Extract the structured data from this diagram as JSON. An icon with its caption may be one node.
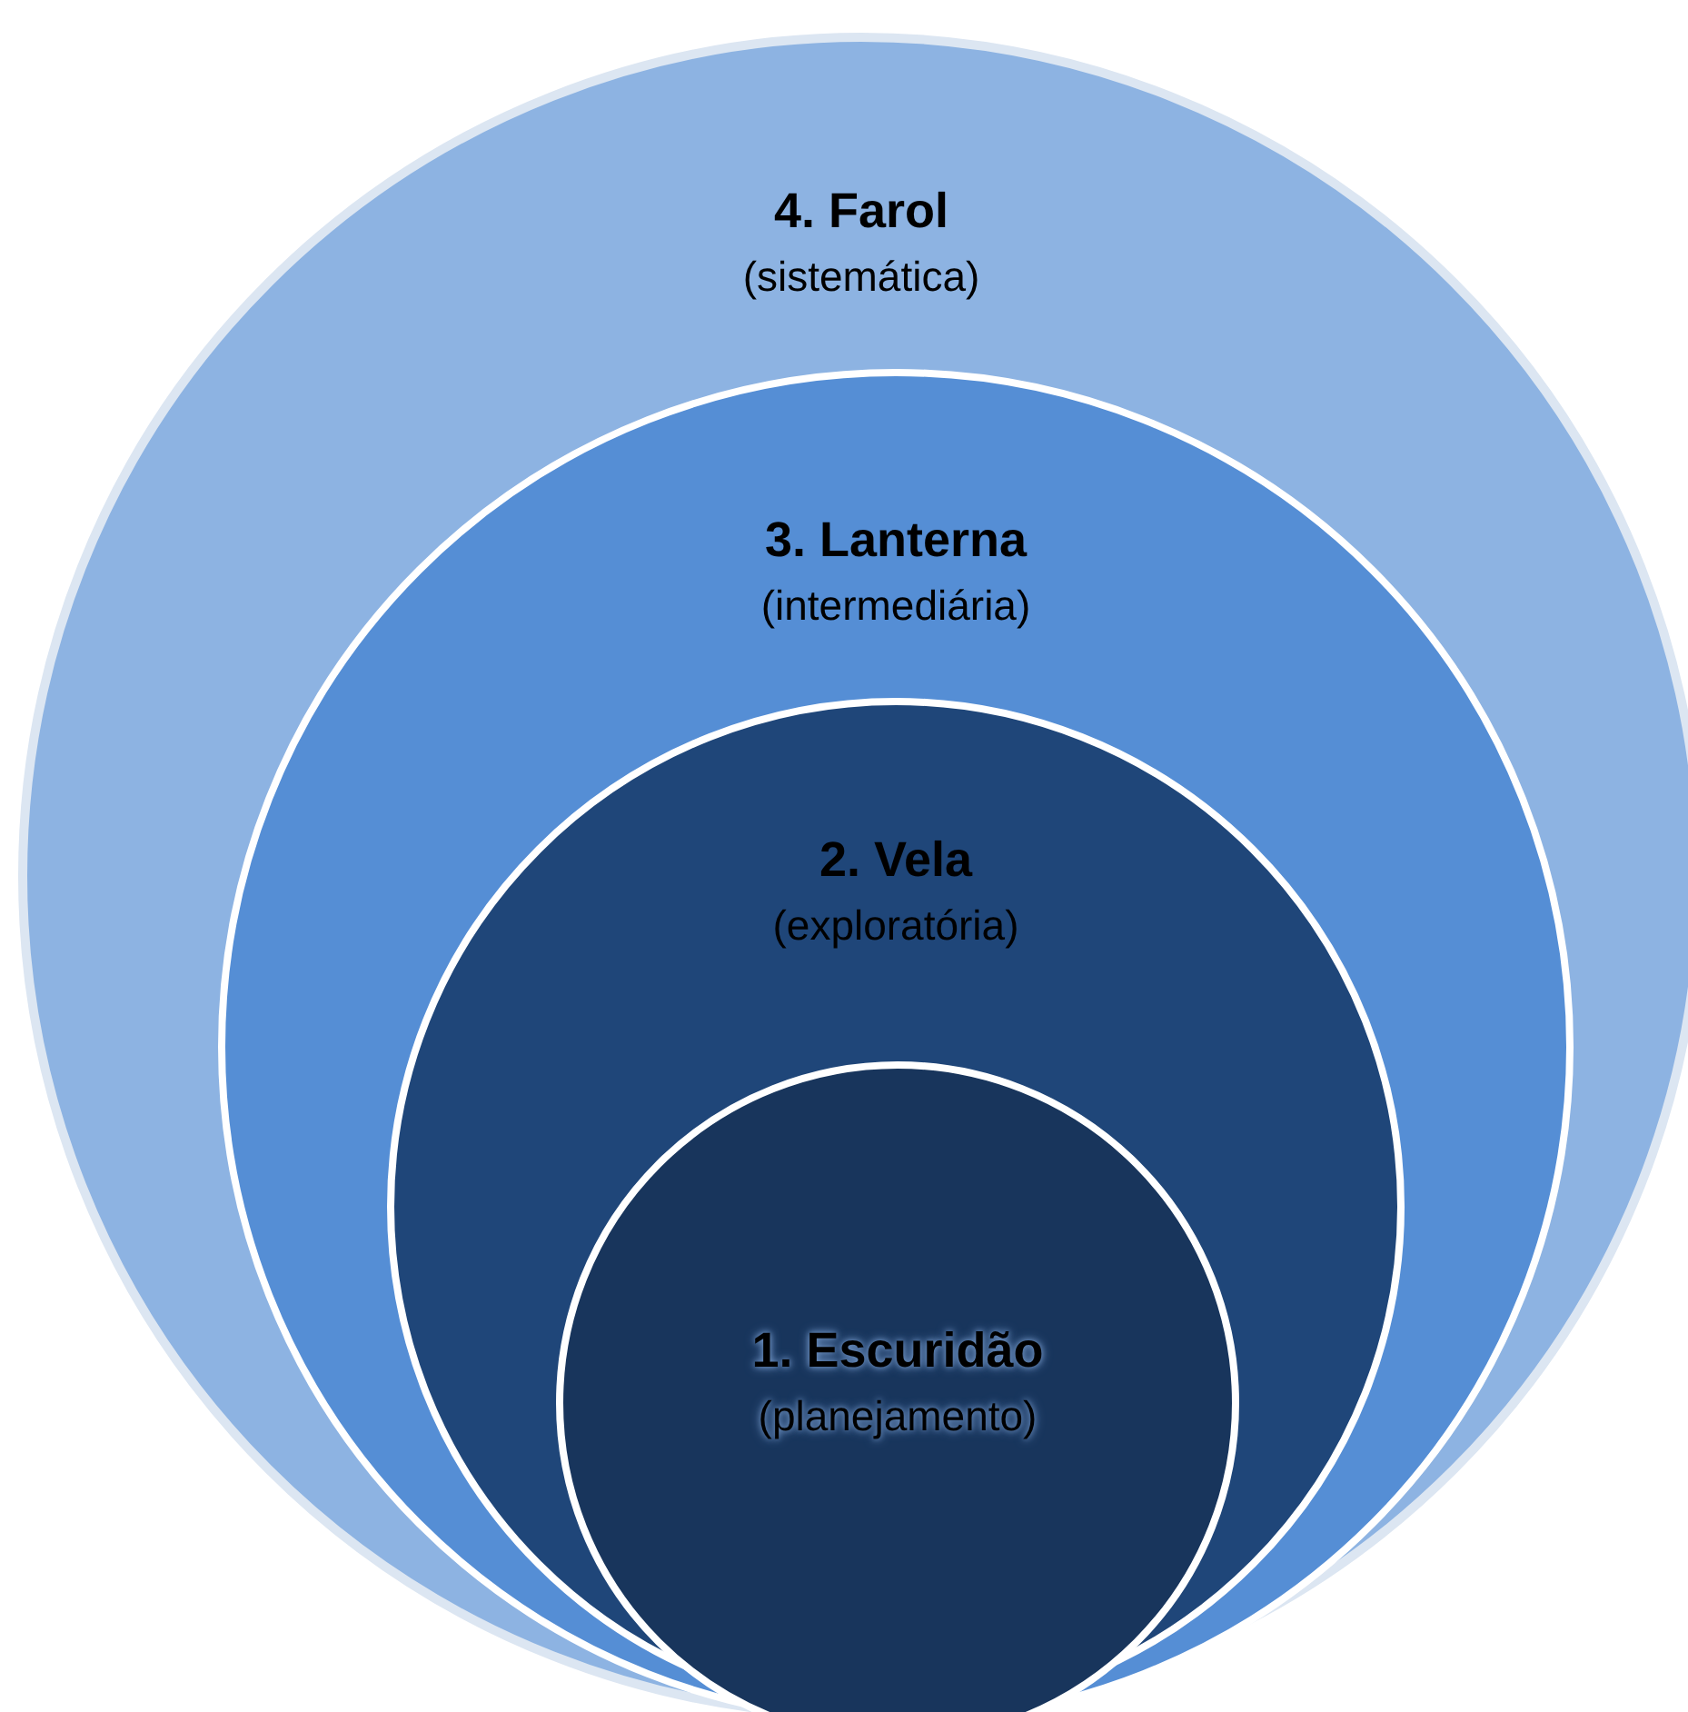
{
  "diagram": {
    "nodes": [
      {
        "text": [
          "4. Farol",
          "(sistemática)"
        ]
      },
      {
        "text": [
          "3. Lanterna",
          "(intermediária)"
        ],
        "in": 0
      },
      {
        "text": [
          "2. Vela",
          "(exploratória)"
        ],
        "in": 1
      },
      {
        "text": [
          "1. Escuridão",
          "(planejamento)"
        ],
        "in": 2
      }
    ]
  }
}
